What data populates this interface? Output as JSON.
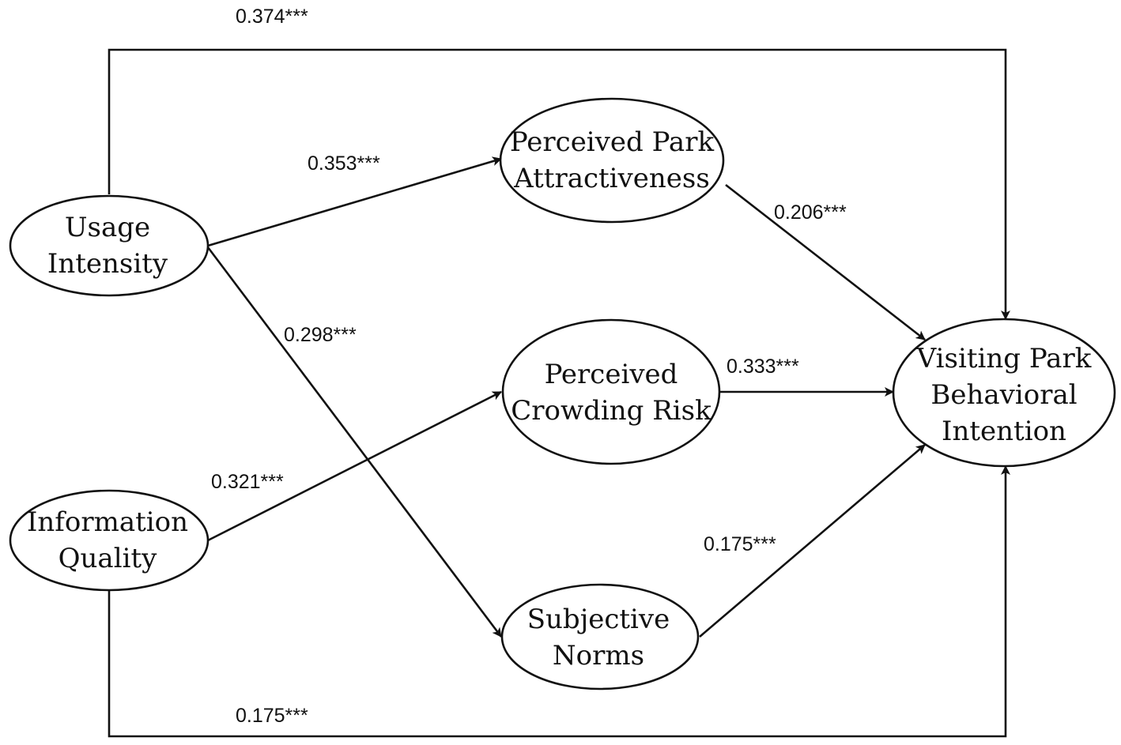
{
  "nodes": {
    "usage_intensity": {
      "lines": [
        "Usage",
        "Intensity"
      ]
    },
    "information_quality": {
      "lines": [
        "Information",
        "Quality"
      ]
    },
    "perceived_park_attractiveness": {
      "lines": [
        "Perceived Park",
        "Attractiveness"
      ]
    },
    "perceived_crowding_risk": {
      "lines": [
        "Perceived",
        "Crowding Risk"
      ]
    },
    "subjective_norms": {
      "lines": [
        "Subjective",
        "Norms"
      ]
    },
    "visiting_park_behavioral_intention": {
      "lines": [
        "Visiting Park",
        "Behavioral",
        "Intention"
      ]
    }
  },
  "paths": [
    {
      "from": "usage_intensity",
      "to": "visiting_park_behavioral_intention",
      "coefficient": "0.374***"
    },
    {
      "from": "usage_intensity",
      "to": "perceived_park_attractiveness",
      "coefficient": "0.353***"
    },
    {
      "from": "usage_intensity",
      "to": "subjective_norms",
      "coefficient": "0.298***"
    },
    {
      "from": "information_quality",
      "to": "perceived_crowding_risk",
      "coefficient": "0.321***"
    },
    {
      "from": "information_quality",
      "to": "visiting_park_behavioral_intention",
      "coefficient": "0.175***"
    },
    {
      "from": "perceived_park_attractiveness",
      "to": "visiting_park_behavioral_intention",
      "coefficient": "0.206***"
    },
    {
      "from": "perceived_crowding_risk",
      "to": "visiting_park_behavioral_intention",
      "coefficient": "0.333***"
    },
    {
      "from": "subjective_norms",
      "to": "visiting_park_behavioral_intention",
      "coefficient": "0.175***"
    }
  ]
}
